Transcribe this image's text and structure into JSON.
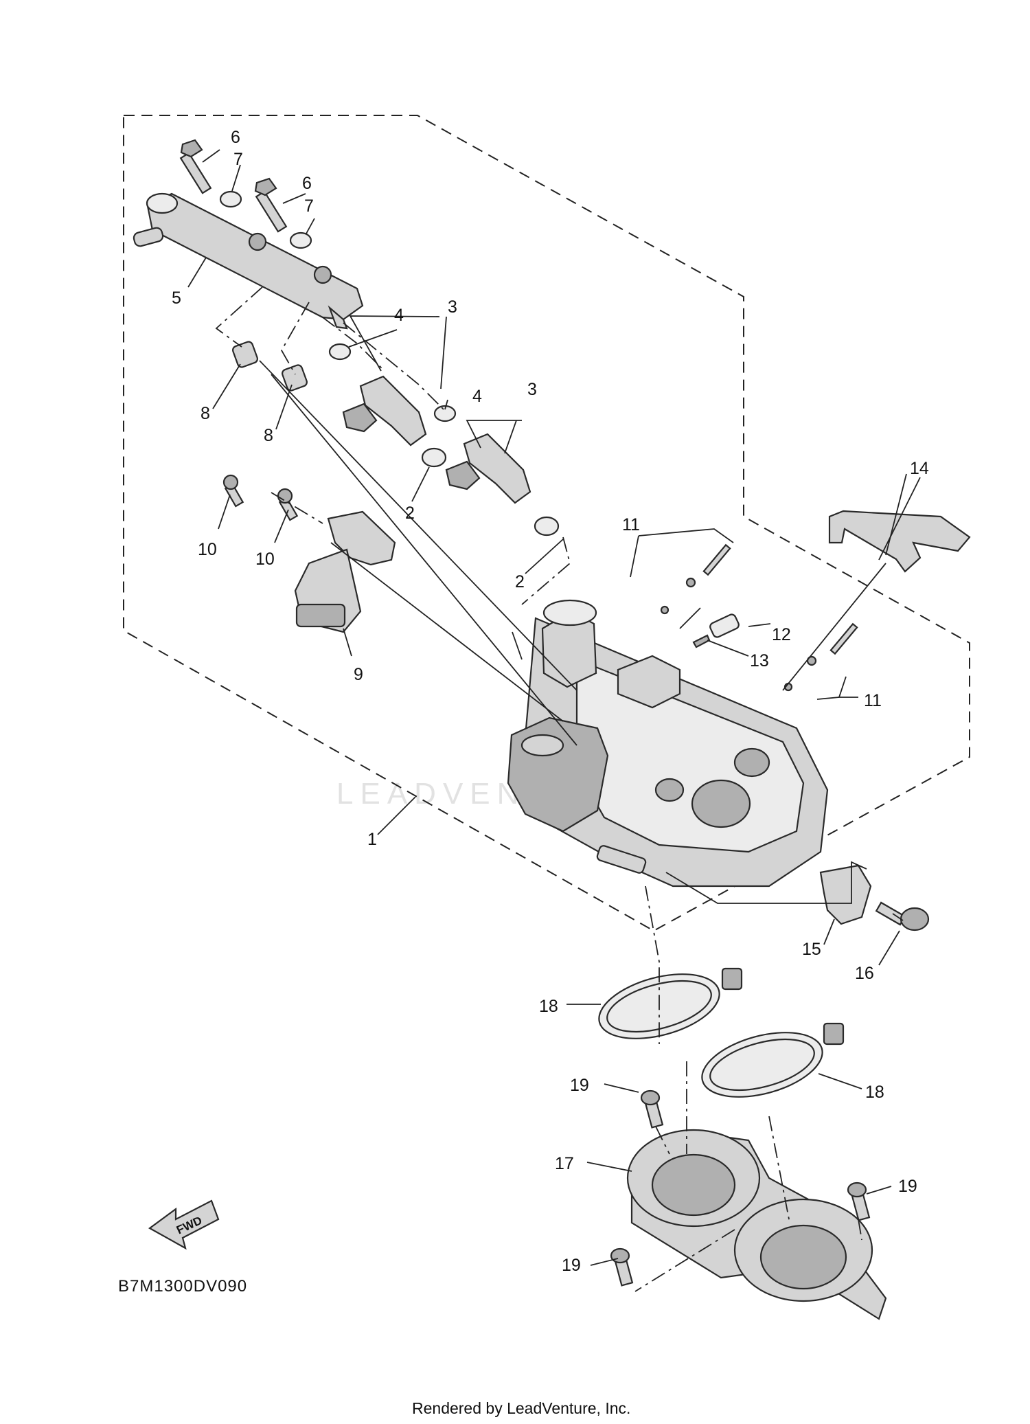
{
  "diagram_code": "B7M1300DV090",
  "fwd_label": "FWD",
  "watermark_text": "LEADVENTURE",
  "footer_text": "Rendered by LeadVenture, Inc.",
  "callouts": [
    {
      "id": "1",
      "label": "1"
    },
    {
      "id": "2a",
      "label": "2"
    },
    {
      "id": "2b",
      "label": "2"
    },
    {
      "id": "3a",
      "label": "3"
    },
    {
      "id": "3b",
      "label": "3"
    },
    {
      "id": "4a",
      "label": "4"
    },
    {
      "id": "4b",
      "label": "4"
    },
    {
      "id": "5",
      "label": "5"
    },
    {
      "id": "6a",
      "label": "6"
    },
    {
      "id": "6b",
      "label": "6"
    },
    {
      "id": "7a",
      "label": "7"
    },
    {
      "id": "7b",
      "label": "7"
    },
    {
      "id": "8a",
      "label": "8"
    },
    {
      "id": "8b",
      "label": "8"
    },
    {
      "id": "9",
      "label": "9"
    },
    {
      "id": "10a",
      "label": "10"
    },
    {
      "id": "10b",
      "label": "10"
    },
    {
      "id": "11a",
      "label": "11"
    },
    {
      "id": "11b",
      "label": "11"
    },
    {
      "id": "12",
      "label": "12"
    },
    {
      "id": "13",
      "label": "13"
    },
    {
      "id": "14",
      "label": "14"
    },
    {
      "id": "15",
      "label": "15"
    },
    {
      "id": "16",
      "label": "16"
    },
    {
      "id": "17",
      "label": "17"
    },
    {
      "id": "18a",
      "label": "18"
    },
    {
      "id": "18b",
      "label": "18"
    },
    {
      "id": "19a",
      "label": "19"
    },
    {
      "id": "19b",
      "label": "19"
    },
    {
      "id": "19c",
      "label": "19"
    }
  ]
}
